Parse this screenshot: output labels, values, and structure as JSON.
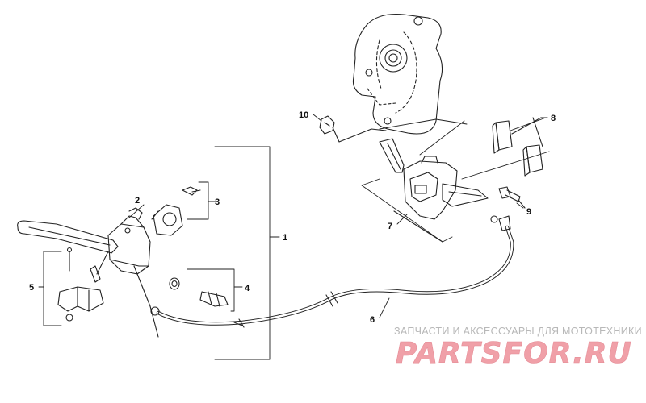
{
  "diagram": {
    "callouts": [
      {
        "id": "1",
        "text": "1"
      },
      {
        "id": "2",
        "text": "2"
      },
      {
        "id": "3",
        "text": "3"
      },
      {
        "id": "4",
        "text": "4"
      },
      {
        "id": "5",
        "text": "5"
      },
      {
        "id": "6",
        "text": "6"
      },
      {
        "id": "7",
        "text": "7"
      },
      {
        "id": "8",
        "text": "8"
      },
      {
        "id": "9",
        "text": "9"
      },
      {
        "id": "10",
        "text": "10"
      }
    ]
  },
  "watermark": {
    "tagline": "ЗАПЧАСТИ И АКСЕССУАРЫ ДЛЯ МОТОТЕХНИКИ",
    "logo_text": "PARTSFOR.RU",
    "logo_color": "#f0a0a8",
    "tagline_color": "#b8b8b8"
  },
  "colors": {
    "ink": "#222222",
    "background": "#ffffff"
  }
}
